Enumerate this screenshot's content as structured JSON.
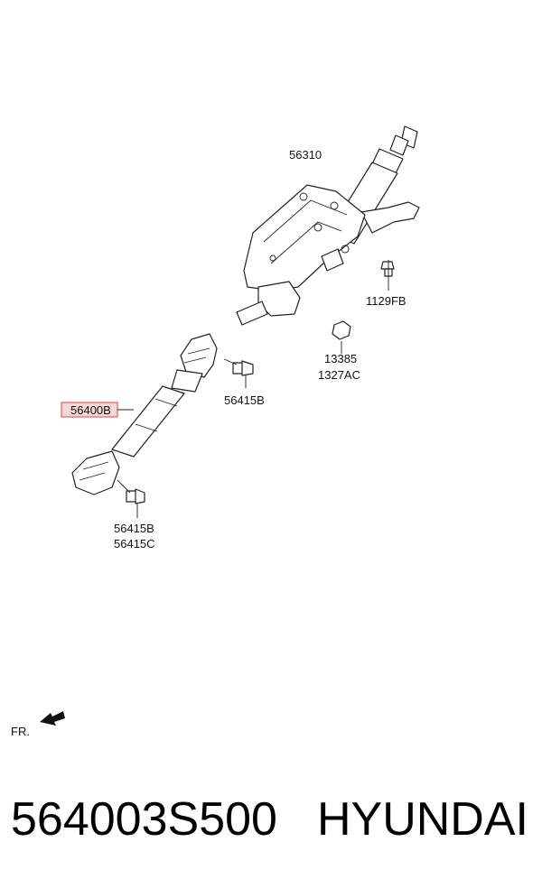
{
  "diagram": {
    "labels": {
      "column": "56310",
      "bolt_column": "1129FB",
      "nut_a": "13385",
      "nut_b": "1327AC",
      "shaft_highlighted": "56400B",
      "bolt_upper_joint": "56415B",
      "bolt_lower_joint_a": "56415B",
      "bolt_lower_joint_b": "56415C"
    },
    "front_marker": "FR.",
    "highlight_color": "#d44444"
  },
  "footer": {
    "part_number": "564003S500",
    "brand": "HYUNDAI"
  }
}
